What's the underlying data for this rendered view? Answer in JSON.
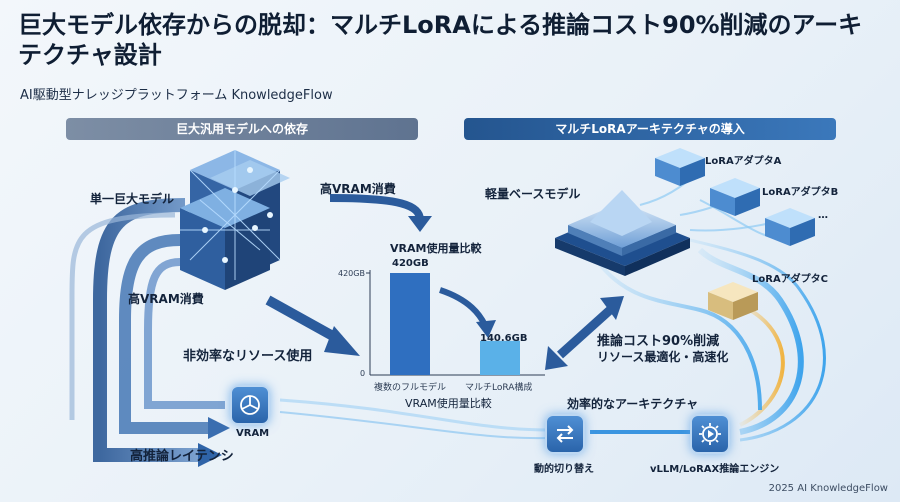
{
  "header": {
    "title": "巨大モデル依存からの脱却：マルチLoRAによる推論コスト90%削減のアーキテクチャ設計",
    "subtitle": "AI駆動型ナレッジプラットフォーム KnowledgeFlow"
  },
  "left_section": {
    "heading": "巨大汎用モデルへの依存",
    "single_model_label": "単一巨大モデル",
    "vram_consumption_top": "高VRAM消費",
    "vram_consumption_left": "高VRAM消費",
    "inefficient_label": "非効率なリソース使用",
    "vram_icon_label": "VRAM",
    "latency_label": "高推論レイテンシ"
  },
  "right_section": {
    "heading": "マルチLoRAアーキテクチャの導入",
    "base_model_label": "軽量ベースモデル",
    "adapter_a": "LoRAアダプタA",
    "adapter_b": "LoRAアダプタB",
    "adapter_more": "…",
    "adapter_c": "LoRAアダプタC",
    "cost_reduction": "推論コスト90%削減",
    "cost_reduction_sub": "リソース最適化・高速化",
    "efficient_arch": "効率的なアーキテクチャ",
    "switch_label": "動的切り替え",
    "engine_label": "vLLM/LoRAX推論エンジン"
  },
  "chart_data": {
    "type": "bar",
    "title": "VRAM使用量比較",
    "xlabel": "VRAM使用量比較",
    "categories": [
      "複数のフルモデル",
      "マルチLoRA構成"
    ],
    "values": [
      420,
      140.6
    ],
    "value_labels": [
      "420GB",
      "140.6GB"
    ],
    "ytick_labels": [
      "420GB",
      "0"
    ],
    "ylim": [
      0,
      420
    ],
    "colors": [
      "#2f6fc0",
      "#5ab1e8"
    ]
  },
  "footer": {
    "copyright": "2025 AI KnowledgeFlow"
  }
}
